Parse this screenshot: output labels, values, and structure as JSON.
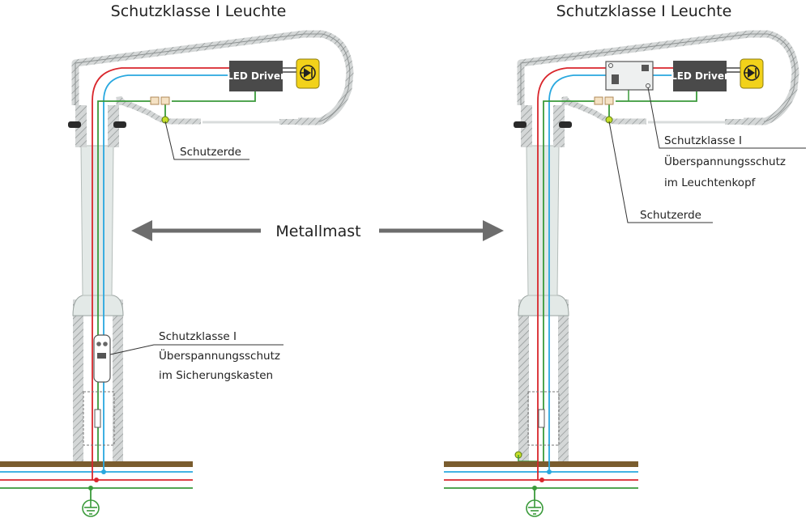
{
  "left_title": "Schutzklasse I Leuchte",
  "right_title": "Schutzklasse I Leuchte",
  "center_label": "Metallmast",
  "left": {
    "driver_label": "LED Driver",
    "earth_label": "Schutzerde",
    "spd_label": [
      "Schutzklasse I",
      "Überspannungsschutz",
      "im Sicherungskasten"
    ]
  },
  "right": {
    "driver_label": "LED Driver",
    "earth_label": "Schutzerde",
    "spd_label": [
      "Schutzklasse I",
      "Überspannungsschutz",
      "im Leuchtenkopf"
    ]
  },
  "icons": [
    "led-icon",
    "ground-symbol-icon"
  ],
  "colors": {
    "phase": "#d9262c",
    "neutral": "#29a8df",
    "earth": "#3a9a3a",
    "ground": "#7a5c2e",
    "pole": "#e3e9e7",
    "housing": "#cfd3d3",
    "driver": "#4a4a4a",
    "led_box": "#f2d21a",
    "arrow": "#6d6d6d"
  }
}
